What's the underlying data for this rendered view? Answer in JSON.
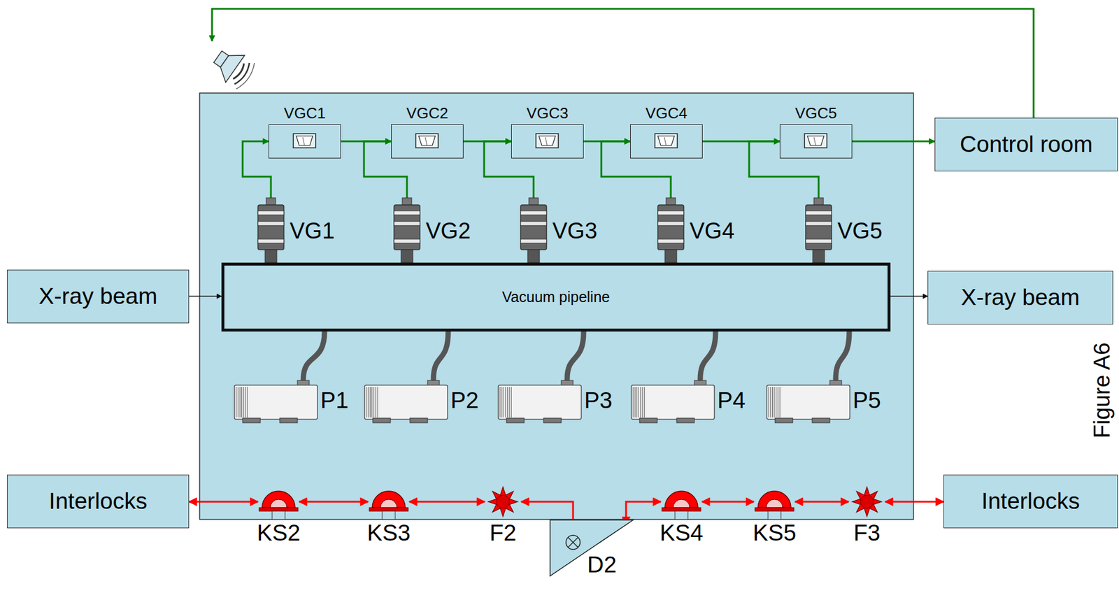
{
  "diagram": {
    "nodes": [
      {
        "text": [
          "VGC1"
        ]
      },
      {
        "text": [
          "VGC2"
        ]
      },
      {
        "text": [
          "VGC3"
        ]
      },
      {
        "text": [
          "VGC4"
        ]
      },
      {
        "text": [
          "VGC5"
        ]
      },
      {
        "text": [
          "VG1"
        ]
      },
      {
        "text": [
          "VG2"
        ]
      },
      {
        "text": [
          "VG3"
        ]
      },
      {
        "text": [
          "VG4"
        ]
      },
      {
        "text": [
          "VG5"
        ]
      },
      {
        "text": [
          "Control room"
        ]
      },
      {
        "text": [
          "X-ray beam"
        ]
      },
      {
        "text": [
          "Vacuum pipeline"
        ]
      },
      {
        "text": [
          "X-ray beam"
        ]
      },
      {
        "text": [
          "P1"
        ]
      },
      {
        "text": [
          "P2"
        ]
      },
      {
        "text": [
          "P3"
        ]
      },
      {
        "text": [
          "P4"
        ]
      },
      {
        "text": [
          "P5"
        ]
      },
      {
        "text": [
          "Interlocks"
        ]
      },
      {
        "text": [
          "KS2"
        ]
      },
      {
        "text": [
          "KS3"
        ]
      },
      {
        "text": [
          "F2"
        ]
      },
      {
        "text": [
          "D2"
        ]
      },
      {
        "text": [
          "KS4"
        ]
      },
      {
        "text": [
          "KS5"
        ]
      },
      {
        "text": [
          "F3"
        ]
      },
      {
        "text": [
          "Interlocks"
        ]
      }
    ],
    "edges": [
      {
        "from": 5,
        "to": 0,
        "arrow": "to"
      },
      {
        "from": 0,
        "to": 1,
        "arrow": "to"
      },
      {
        "from": 6,
        "to": 1,
        "arrow": "to"
      },
      {
        "from": 1,
        "to": 2,
        "arrow": "to"
      },
      {
        "from": 7,
        "to": 2,
        "arrow": "to"
      },
      {
        "from": 2,
        "to": 3,
        "arrow": "to"
      },
      {
        "from": 8,
        "to": 3,
        "arrow": "to"
      },
      {
        "from": 3,
        "to": 4,
        "arrow": "to"
      },
      {
        "from": 9,
        "to": 4,
        "arrow": "to"
      },
      {
        "from": 4,
        "to": 10,
        "arrow": "to"
      },
      {
        "from": 11,
        "to": 12,
        "arrow": "to"
      },
      {
        "from": 12,
        "to": 13,
        "arrow": "to"
      },
      {
        "from": 12,
        "to": 14,
        "arrow": "none"
      },
      {
        "from": 12,
        "to": 15,
        "arrow": "none"
      },
      {
        "from": 12,
        "to": 16,
        "arrow": "none"
      },
      {
        "from": 12,
        "to": 17,
        "arrow": "none"
      },
      {
        "from": 12,
        "to": 18,
        "arrow": "none"
      },
      {
        "from": 19,
        "to": 20,
        "arrow": "both"
      },
      {
        "from": 20,
        "to": 21,
        "arrow": "both"
      },
      {
        "from": 21,
        "to": 22,
        "arrow": "both"
      },
      {
        "from": 22,
        "to": 23,
        "arrow": "both"
      },
      {
        "from": 23,
        "to": 24,
        "arrow": "both"
      },
      {
        "from": 24,
        "to": 25,
        "arrow": "both"
      },
      {
        "from": 25,
        "to": 26,
        "arrow": "both"
      },
      {
        "from": 26,
        "to": 27,
        "arrow": "both"
      }
    ],
    "labels": [
      "Figure A6"
    ]
  }
}
